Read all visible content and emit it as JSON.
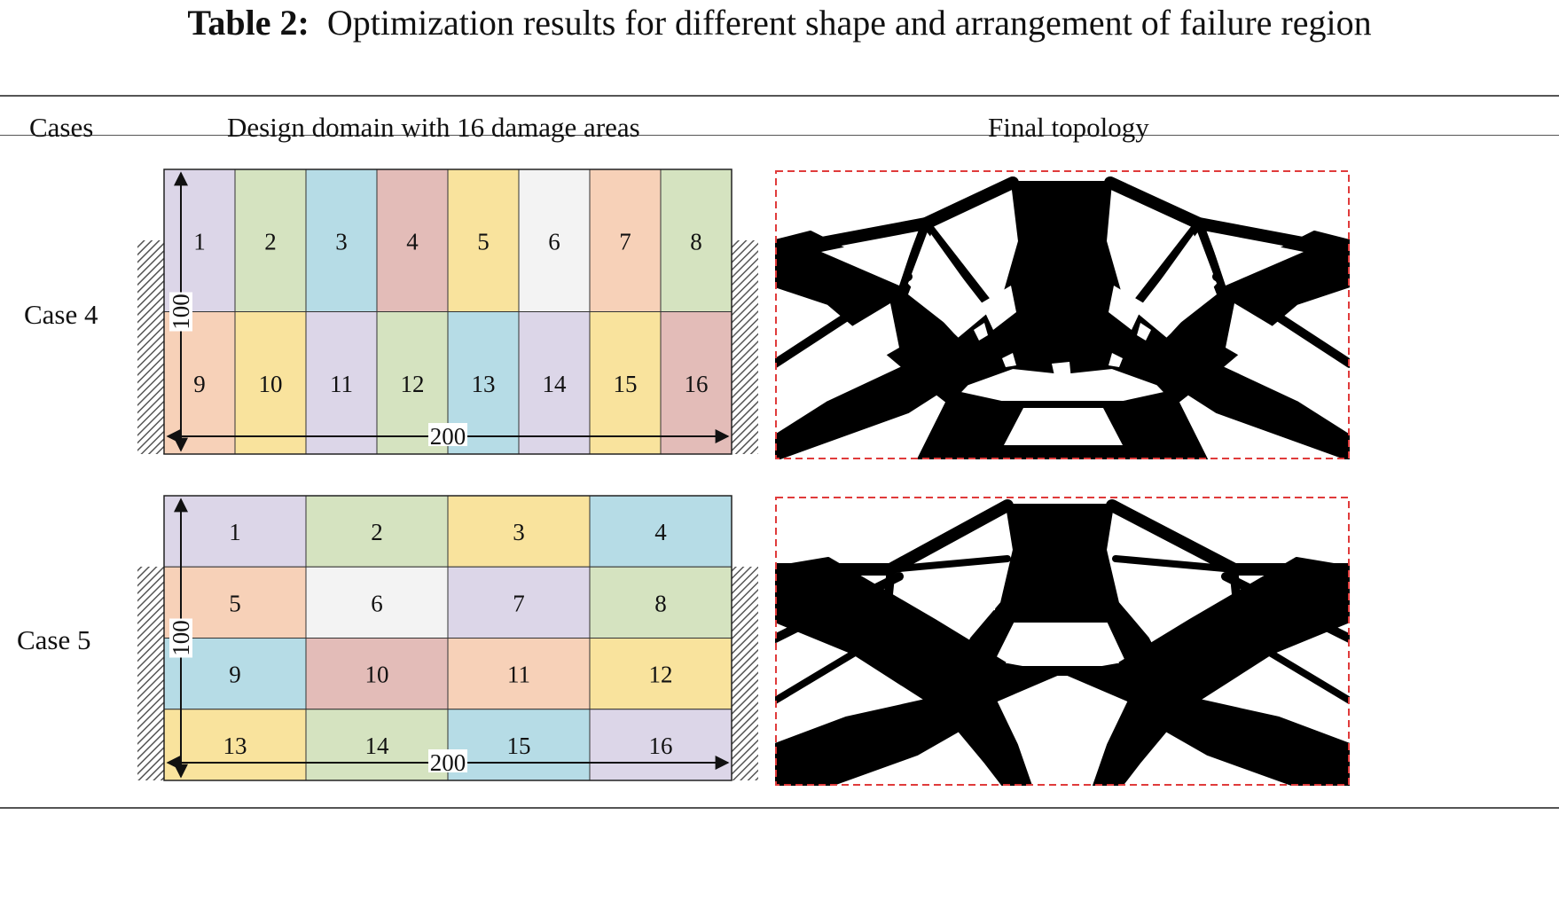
{
  "caption": {
    "label": "Table 2:",
    "text": "Optimization results for different shape and arrangement of failure region"
  },
  "headers": {
    "cases": "Cases",
    "design": "Design domain with 16 damage areas",
    "final": "Final topology"
  },
  "colors": {
    "purple": "#dcd6e8",
    "green": "#d5e3c0",
    "blue": "#b6dce6",
    "red": "#e3bcb8",
    "yellow": "#f9e39d",
    "white": "#f3f3f3",
    "peach": "#f7d1b8",
    "dashed_border": "#e03b3b"
  },
  "cases": [
    {
      "label": "Case 4",
      "rows": 2,
      "cols": 8,
      "cells": [
        {
          "n": "1",
          "color": "purple"
        },
        {
          "n": "2",
          "color": "green"
        },
        {
          "n": "3",
          "color": "blue"
        },
        {
          "n": "4",
          "color": "red"
        },
        {
          "n": "5",
          "color": "yellow"
        },
        {
          "n": "6",
          "color": "white"
        },
        {
          "n": "7",
          "color": "peach"
        },
        {
          "n": "8",
          "color": "green"
        },
        {
          "n": "9",
          "color": "peach"
        },
        {
          "n": "10",
          "color": "yellow"
        },
        {
          "n": "11",
          "color": "purple"
        },
        {
          "n": "12",
          "color": "green"
        },
        {
          "n": "13",
          "color": "blue"
        },
        {
          "n": "14",
          "color": "purple"
        },
        {
          "n": "15",
          "color": "yellow"
        },
        {
          "n": "16",
          "color": "red"
        }
      ],
      "width_label": "200",
      "height_label": "100"
    },
    {
      "label": "Case 5",
      "rows": 4,
      "cols": 4,
      "cells": [
        {
          "n": "1",
          "color": "purple"
        },
        {
          "n": "2",
          "color": "green"
        },
        {
          "n": "3",
          "color": "yellow"
        },
        {
          "n": "4",
          "color": "blue"
        },
        {
          "n": "5",
          "color": "peach"
        },
        {
          "n": "6",
          "color": "white"
        },
        {
          "n": "7",
          "color": "purple"
        },
        {
          "n": "8",
          "color": "green"
        },
        {
          "n": "9",
          "color": "blue"
        },
        {
          "n": "10",
          "color": "red"
        },
        {
          "n": "11",
          "color": "peach"
        },
        {
          "n": "12",
          "color": "yellow"
        },
        {
          "n": "13",
          "color": "yellow"
        },
        {
          "n": "14",
          "color": "green"
        },
        {
          "n": "15",
          "color": "blue"
        },
        {
          "n": "16",
          "color": "purple"
        }
      ],
      "width_label": "200",
      "height_label": "100"
    }
  ]
}
